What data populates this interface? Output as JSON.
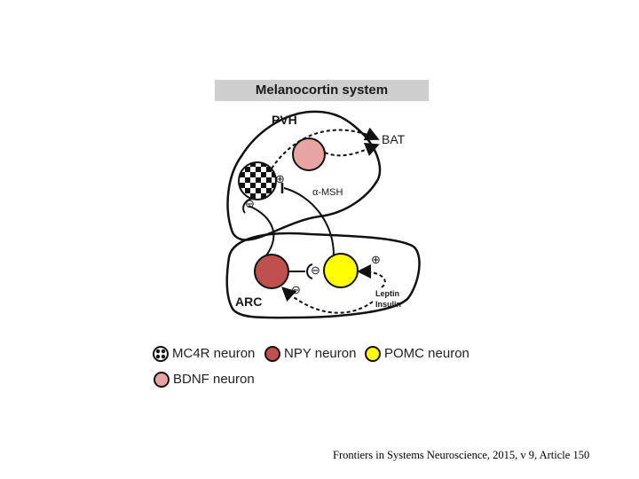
{
  "title": "Melanocortin system",
  "regions": {
    "pvh": "PVH",
    "arc": "ARC"
  },
  "targets": {
    "bat": "BAT"
  },
  "signals": {
    "msh": "α-MSH",
    "leptin": "Leptin",
    "insulin": "Insulin"
  },
  "signs": {
    "plus": "⊕",
    "minus": "⊖"
  },
  "legend": [
    {
      "label": "MC4R neuron",
      "icon": "mc4r-neuron-icon"
    },
    {
      "label": "NPY neuron",
      "icon": "npy-neuron-icon",
      "color": "#c0504d"
    },
    {
      "label": "POMC neuron",
      "icon": "pomc-neuron-icon",
      "color": "#ffff00"
    },
    {
      "label": "BDNF neuron",
      "icon": "bdnf-neuron-icon",
      "color": "#e8a3a3"
    }
  ],
  "colors": {
    "npy": "#c0504d",
    "pomc": "#ffff00",
    "bdnf": "#e8a3a3",
    "header_bg": "#cfcfcf"
  },
  "citation": "Frontiers in Systems Neuroscience, 2015, v 9, Article 150"
}
